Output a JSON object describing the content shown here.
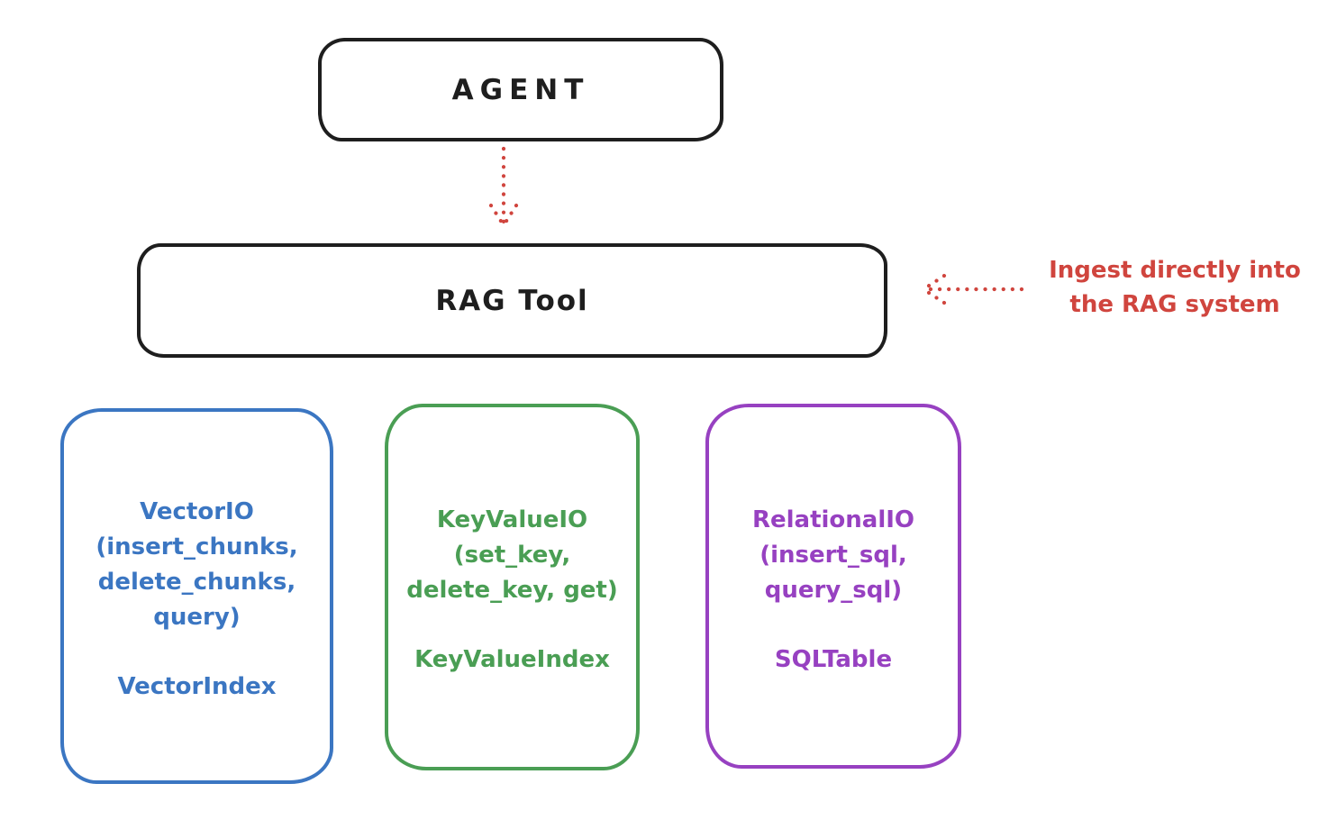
{
  "colors": {
    "ink": "#1e1e1e",
    "red": "#d0453e",
    "blue": "#3b76c2",
    "green": "#4a9e54",
    "purple": "#9741c1",
    "background": "#ffffff"
  },
  "agent_box": {
    "label": "AGENT"
  },
  "rag_tool_box": {
    "label": "RAG Tool"
  },
  "ingest_annotation": {
    "line1": "Ingest directly into",
    "line2": "the RAG system"
  },
  "io_boxes": [
    {
      "name": "vector-io",
      "color": "#3b76c2",
      "lines": [
        "VectorIO",
        "(insert_chunks,",
        "delete_chunks,",
        "query)"
      ],
      "index_label": "VectorIndex"
    },
    {
      "name": "keyvalue-io",
      "color": "#4a9e54",
      "lines": [
        "KeyValueIO",
        "(set_key,",
        "delete_key, get)"
      ],
      "index_label": "KeyValueIndex"
    },
    {
      "name": "relational-io",
      "color": "#9741c1",
      "lines": [
        "RelationalIO",
        "(insert_sql,",
        "query_sql)"
      ],
      "index_label": "SQLTable"
    }
  ]
}
